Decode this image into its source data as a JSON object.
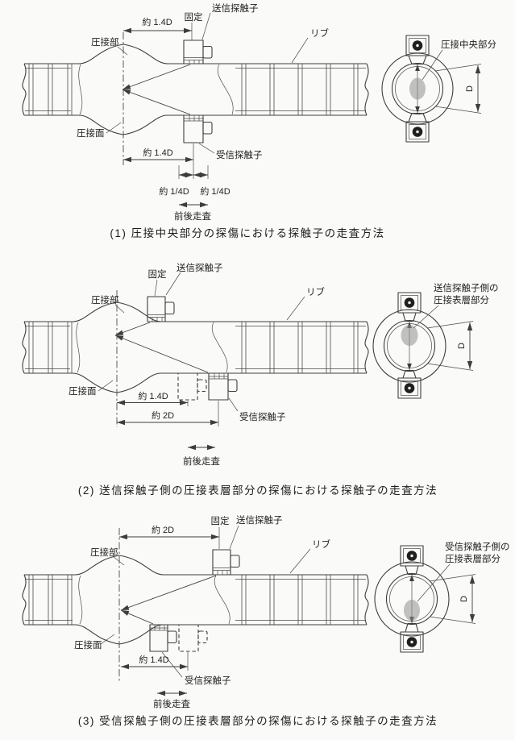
{
  "common": {
    "weld_zone": "圧接部",
    "weld_face": "圧接面",
    "fixed": "固定",
    "tx_probe": "送信探触子",
    "rx_probe": "受信探触子",
    "rib": "リブ",
    "scan": "前後走査",
    "diameter": "D",
    "dim_14d": "約 1.4D",
    "dim_2d": "約 2D",
    "dim_quarter": "約 1/4D"
  },
  "panels": [
    {
      "caption": "(1) 圧接中央部分の探傷における探触子の走査方法",
      "circle_label_1": "圧接中央部分"
    },
    {
      "caption": "(2) 送信探触子側の圧接表層部分の探傷における探触子の走査方法",
      "circle_label_1": "送信探触子側の",
      "circle_label_2": "圧接表層部分"
    },
    {
      "caption": "(3) 受信探触子側の圧接表層部分の探傷における探触子の走査方法",
      "circle_label_1": "受信探触子側の",
      "circle_label_2": "圧接表層部分"
    }
  ]
}
